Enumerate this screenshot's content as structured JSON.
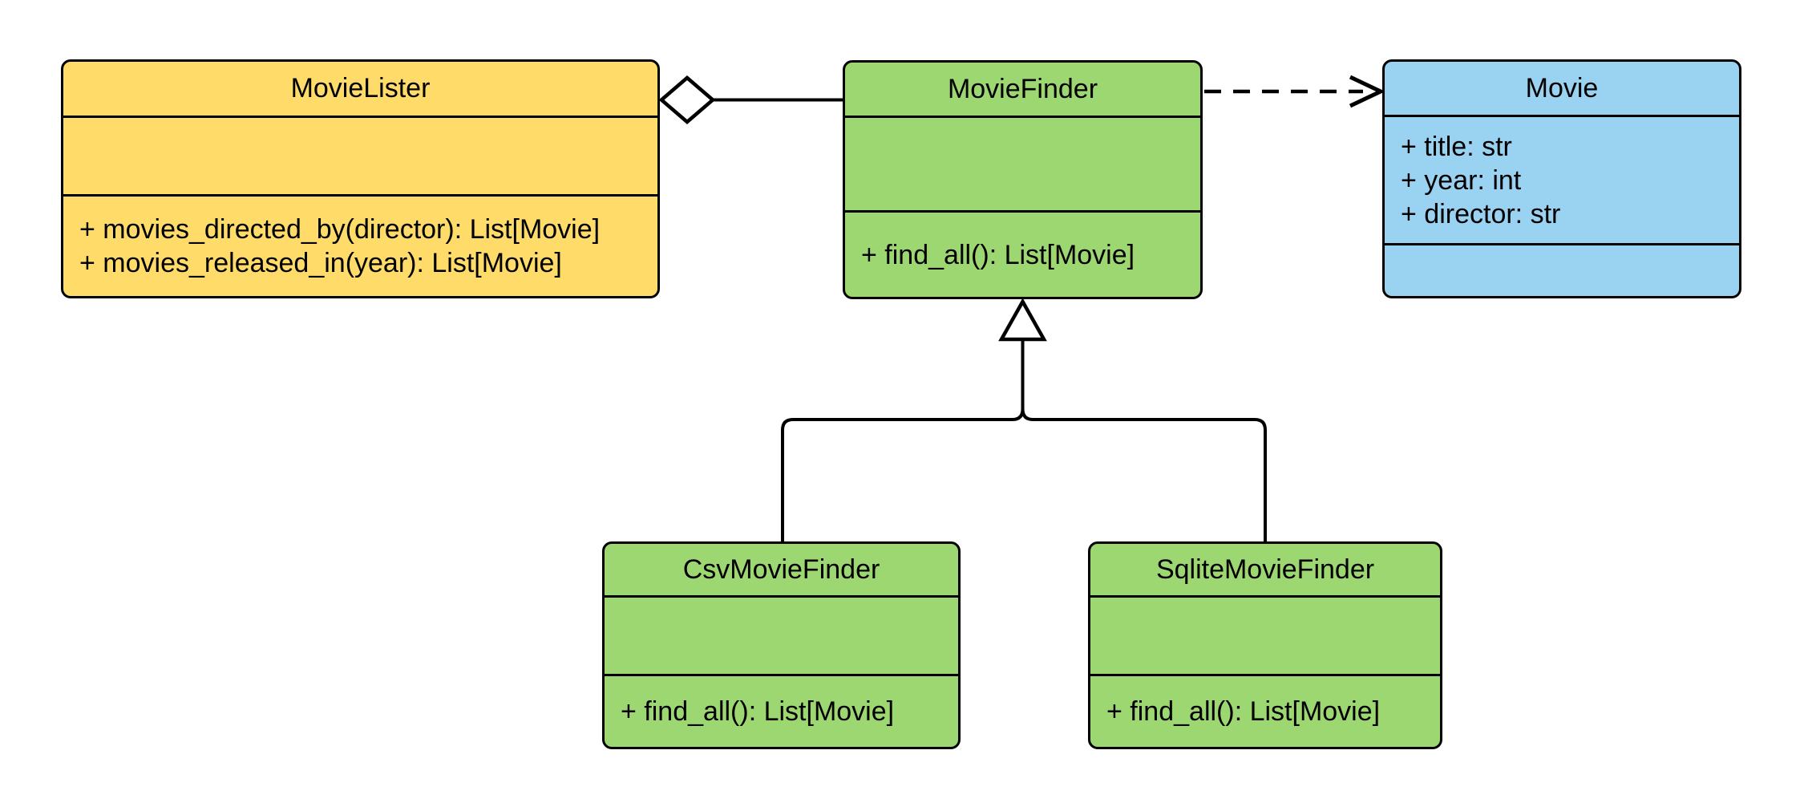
{
  "diagram": {
    "type": "uml-class-diagram",
    "background_color": "#FFFFFF",
    "stroke_color": "#000000",
    "classes": {
      "movie_lister": {
        "name": "MovieLister",
        "fill_color": "#FFDB69",
        "attributes": [],
        "methods": [
          "+ movies_directed_by(director): List[Movie]",
          "+ movies_released_in(year): List[Movie]"
        ]
      },
      "movie_finder": {
        "name": "MovieFinder",
        "fill_color": "#9DD772",
        "attributes": [],
        "methods": [
          "+ find_all(): List[Movie]"
        ]
      },
      "movie": {
        "name": "Movie",
        "fill_color": "#9AD2F1",
        "attributes": [
          "+ title: str",
          "+ year: int",
          "+ director: str"
        ],
        "methods": []
      },
      "csv_movie_finder": {
        "name": "CsvMovieFinder",
        "fill_color": "#9DD772",
        "attributes": [],
        "methods": [
          "+ find_all(): List[Movie]"
        ]
      },
      "sqlite_movie_finder": {
        "name": "SqliteMovieFinder",
        "fill_color": "#9DD772",
        "attributes": [],
        "methods": [
          "+ find_all(): List[Movie]"
        ]
      }
    },
    "relationships": [
      {
        "type": "aggregation",
        "owner": "MovieLister",
        "part": "MovieFinder",
        "marker": "hollow-diamond",
        "line": "solid"
      },
      {
        "type": "dependency",
        "from": "MovieFinder",
        "to": "Movie",
        "marker": "open-arrow",
        "line": "dashed"
      },
      {
        "type": "generalization",
        "subclass": "CsvMovieFinder",
        "superclass": "MovieFinder",
        "marker": "hollow-triangle",
        "line": "solid"
      },
      {
        "type": "generalization",
        "subclass": "SqliteMovieFinder",
        "superclass": "MovieFinder",
        "marker": "hollow-triangle",
        "line": "solid"
      }
    ]
  }
}
